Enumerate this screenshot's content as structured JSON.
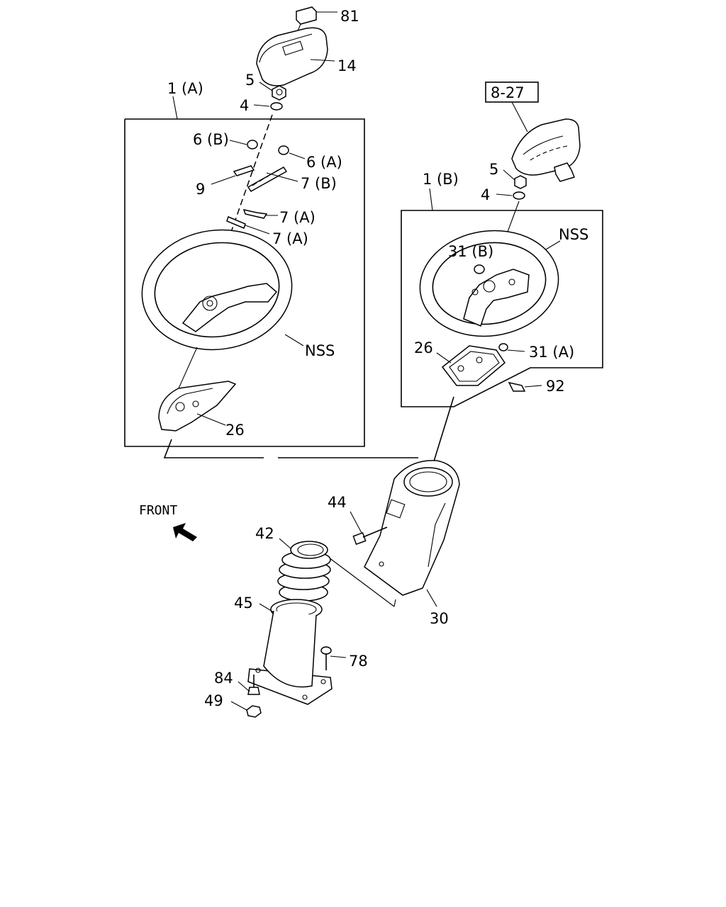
{
  "labels": {
    "p81": "81",
    "p14": "14",
    "p5a": "5",
    "p4a": "4",
    "p1a": "1 (A)",
    "p6b": "6 (B)",
    "p6a": "6 (A)",
    "p9": "9",
    "p7b": "7 (B)",
    "p7a1": "7 (A)",
    "p7a2": "7 (A)",
    "nss_a": "NSS",
    "p26a": "26",
    "ref": "8-27",
    "p5b": "5",
    "p4b": "4",
    "p1b": "1 (B)",
    "nss_b": "NSS",
    "p31b": "31 (B)",
    "p26b": "26",
    "p31a": "31 (A)",
    "p92": "92",
    "front": "FRONT",
    "p44": "44",
    "p42": "42",
    "p45": "45",
    "p30": "30",
    "p78": "78",
    "p84": "84",
    "p49": "49"
  }
}
